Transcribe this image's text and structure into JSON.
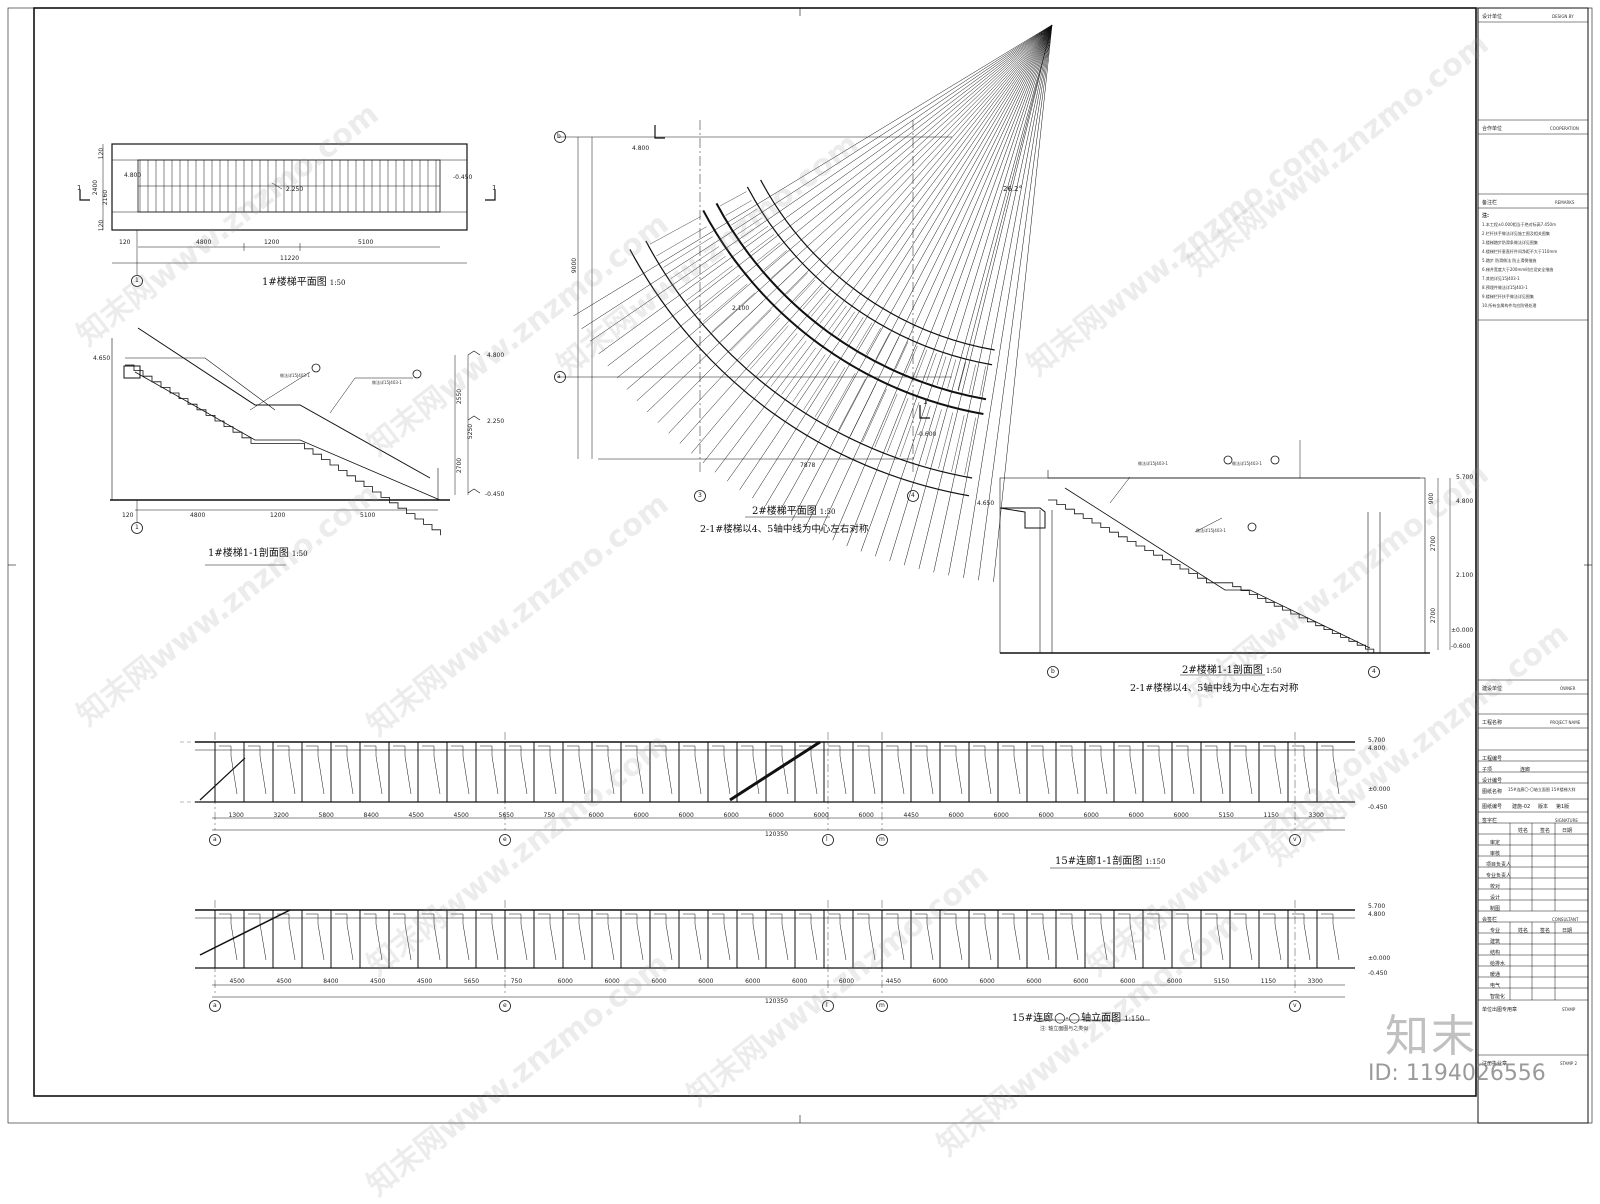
{
  "colors": {
    "line": "#111111",
    "ink": "#222222",
    "watermark": "#969696"
  },
  "watermarks": [
    "知末网www.znzmo.com"
  ],
  "brand": {
    "logo": "知末",
    "id": "ID: 1194026556"
  },
  "stair1_plan": {
    "title": "1#楼梯平面图",
    "scale": "1:50",
    "dims": [
      "4800",
      "1200",
      "5100",
      "11220",
      "120"
    ],
    "side_dims": [
      "120",
      "2400",
      "2160",
      "120"
    ],
    "elev_left": "4.800",
    "elev_mid": "2.250",
    "elev_right": "-0.450",
    "axis": "1",
    "cut": "1"
  },
  "stair1_section": {
    "title": "1#楼梯1-1剖面图",
    "scale": "1:50",
    "elev_left": "4.650",
    "right_elevs": [
      "4.800",
      "2.250",
      "-0.450"
    ],
    "right_dims": [
      "2550",
      "5250",
      "2700"
    ],
    "bottom_dims": [
      "120",
      "4800",
      "1200",
      "5100"
    ],
    "axis": "1",
    "callout1": "做法详15J403-1",
    "callout2": "做法详15J403-1"
  },
  "stair2_plan": {
    "title": "2#楼梯平面图",
    "scale": "1:50",
    "note": "2-1#楼梯以4、5轴中线为中心左右对称",
    "elev_top": "4.800",
    "elev_mid": "2.100",
    "elev_bot": "-0.600",
    "angle": "26.2°",
    "dim_bottom": "7878",
    "dim_left": "9000",
    "axes": [
      "b",
      "a",
      "3",
      "4"
    ],
    "cut": "1"
  },
  "stair2_section": {
    "title": "2#楼梯1-1剖面图",
    "scale": "1:50",
    "note": "2-1#楼梯以4、5轴中线为中心左右对称",
    "elev_left": "4.650",
    "right_elevs": [
      "5.700",
      "4.800",
      "2.100",
      "±0.000",
      "-0.600"
    ],
    "right_dims": [
      "900",
      "2700",
      "2700"
    ],
    "axes": [
      "b",
      "4"
    ],
    "callouts": [
      "做法详15J403-1",
      "做法详15J403-1",
      "做法详15J403-1"
    ]
  },
  "corridor_section": {
    "title": "15#连廊1-1剖面图",
    "scale": "1:150",
    "dims": [
      "1300",
      "3200",
      "5800",
      "8400",
      "4500",
      "4500",
      "5650",
      "750",
      "6000",
      "6000",
      "6000",
      "6000",
      "6000",
      "6000",
      "6000",
      "4450",
      "6000",
      "6000",
      "6000",
      "6000",
      "6000",
      "6000",
      "5150",
      "1150",
      "3300"
    ],
    "total": "120350",
    "elevs": [
      "5.700",
      "4.800",
      "±0.000",
      "-0.450"
    ],
    "axes": [
      "a",
      "e",
      "l",
      "m",
      "v"
    ]
  },
  "corridor_elev": {
    "title": "15#连廊",
    "title_suffix": "轴立面图",
    "scale": "1:150",
    "subnote": "注: 轴立面图与之类似",
    "dims": [
      "4500",
      "4500",
      "8400",
      "4500",
      "4500",
      "5650",
      "750",
      "6000",
      "6000",
      "6000",
      "6000",
      "6000",
      "6000",
      "6000",
      "4450",
      "6000",
      "6000",
      "6000",
      "6000",
      "6000",
      "6000",
      "5150",
      "1150",
      "3300"
    ],
    "total": "120350",
    "elevs": [
      "5.700",
      "4.800",
      "±0.000",
      "-0.450"
    ],
    "axes": [
      "a",
      "e",
      "l",
      "m",
      "v"
    ]
  },
  "title_block": {
    "rows": [
      "设计单位",
      "合作单位",
      "备注栏",
      "建设单位",
      "工程名称",
      "工程编号",
      "子项",
      "设计编号",
      "图纸名称",
      "图纸编号",
      "版本",
      "签字栏",
      "会签栏",
      "审定",
      "审核",
      "项目负责人",
      "专业负责人",
      "校对",
      "设计",
      "制图",
      "专业",
      "建筑",
      "结构",
      "给排水",
      "暖通",
      "电气",
      "智能化",
      "单位出图专用章",
      "注册执业章"
    ],
    "en": [
      "DESIGN BY",
      "COOPERATION",
      "REMARKS",
      "OWNER",
      "PROJECT NAME",
      "SIGNATURE",
      "CONSULTANT",
      "STAMP",
      "STAMP 2"
    ],
    "sub_item": "连廊",
    "sheet_name": "15#连廊〇-〇轴立面图 15#楼梯大样",
    "sheet_no": "建施-02",
    "version": "第1版",
    "col_heads": [
      "姓名",
      "签名",
      "日期"
    ],
    "notes_title": "注:",
    "notes": [
      "1.本工程±0.000相当于绝对标高7.450m",
      "2.栏杆扶手做法详见施工图及相关图集",
      "3.楼梯踏步防滑条做法详见图集",
      "4.楼梯栏杆垂直杆件间净距不大于110mm",
      "5.踏步 防滑做法 防止滑倒措施",
      "6.梯井宽度大于200mm时应设安全措施",
      "7.其他详见15J403-1",
      "8.预埋件做法详15J403-1",
      "9.楼梯栏杆扶手做法详见图集",
      "10.所有金属构件均应防锈处理"
    ]
  }
}
